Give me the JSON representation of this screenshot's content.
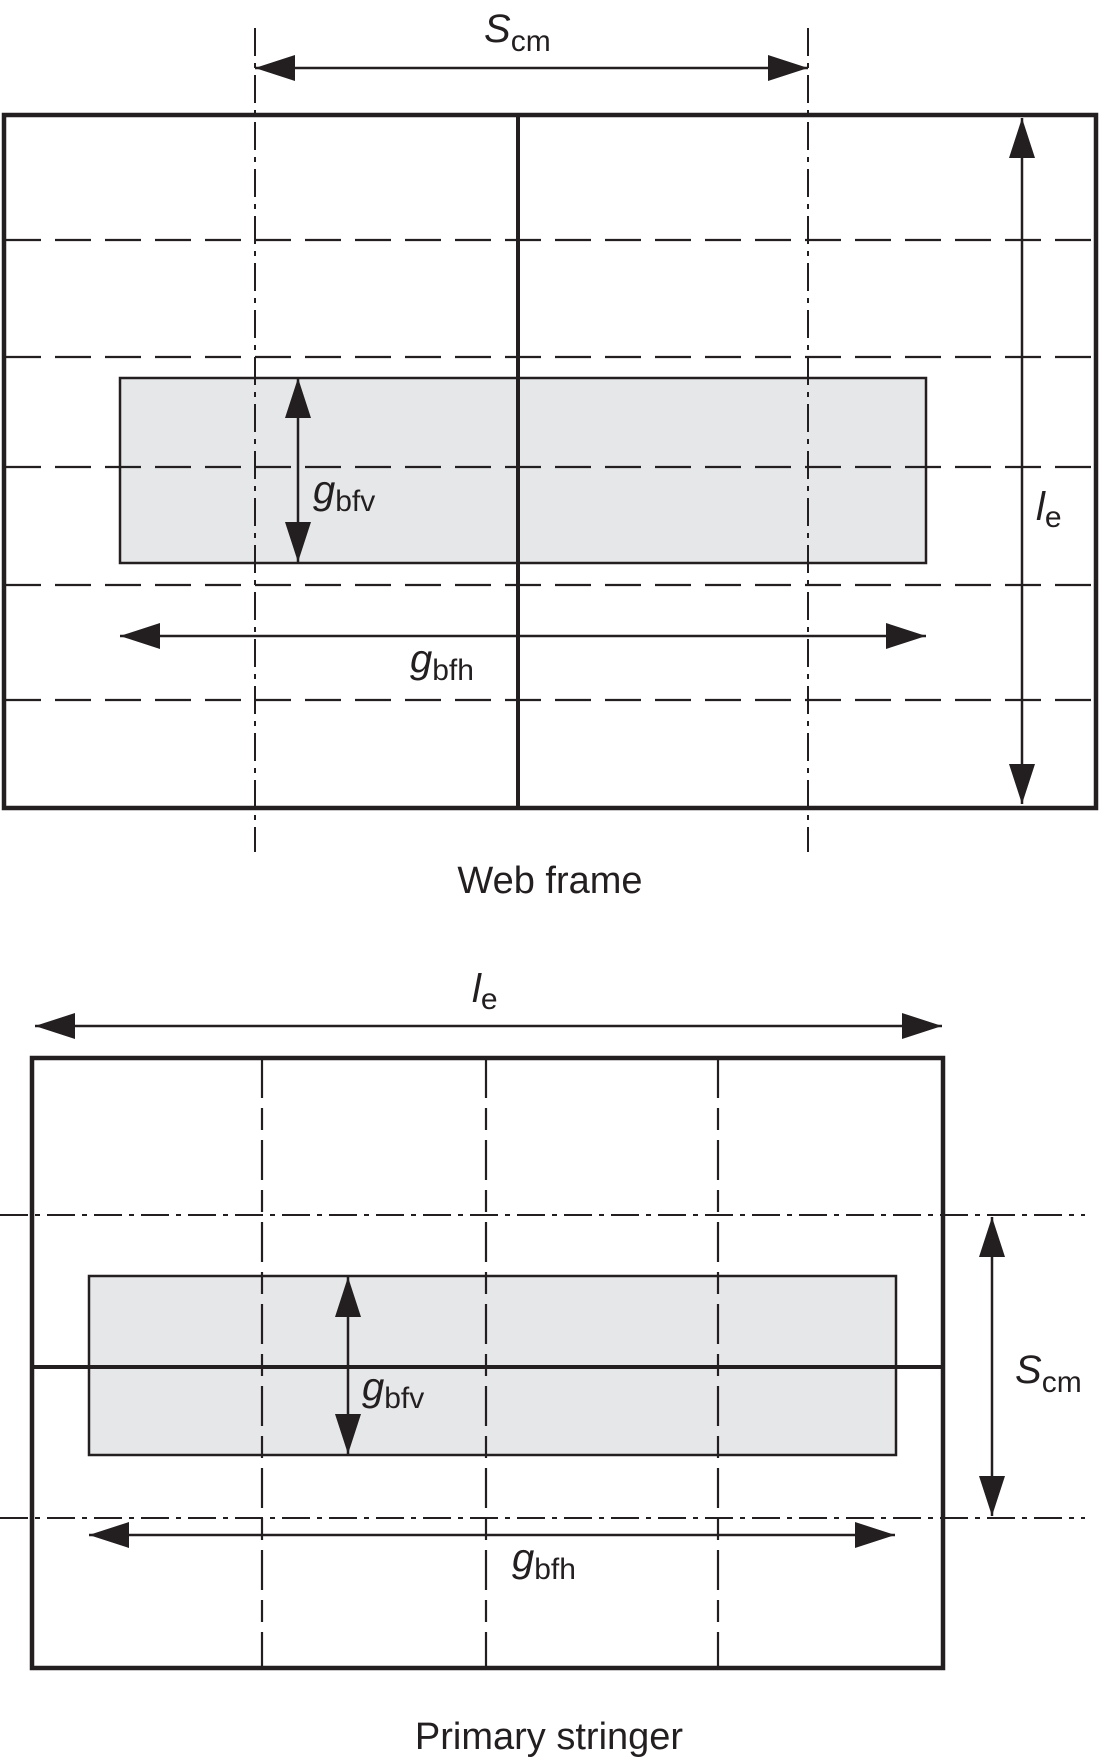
{
  "web_frame": {
    "caption": "Web frame",
    "label_spacing": {
      "main": "S",
      "sub": "cm"
    },
    "label_length": {
      "main": "l",
      "sub": "e"
    },
    "label_bfv": {
      "main": "g",
      "sub": "bfv"
    },
    "label_bfh": {
      "main": "g",
      "sub": "bfh"
    }
  },
  "primary_stringer": {
    "caption": "Primary stringer",
    "label_length": {
      "main": "l",
      "sub": "e"
    },
    "label_spacing": {
      "main": "S",
      "sub": "cm"
    },
    "label_bfv": {
      "main": "g",
      "sub": "bfv"
    },
    "label_bfh": {
      "main": "g",
      "sub": "bfh"
    }
  },
  "colors": {
    "stroke": "#231f20",
    "fill": "#e6e7e8",
    "background": "#ffffff"
  }
}
